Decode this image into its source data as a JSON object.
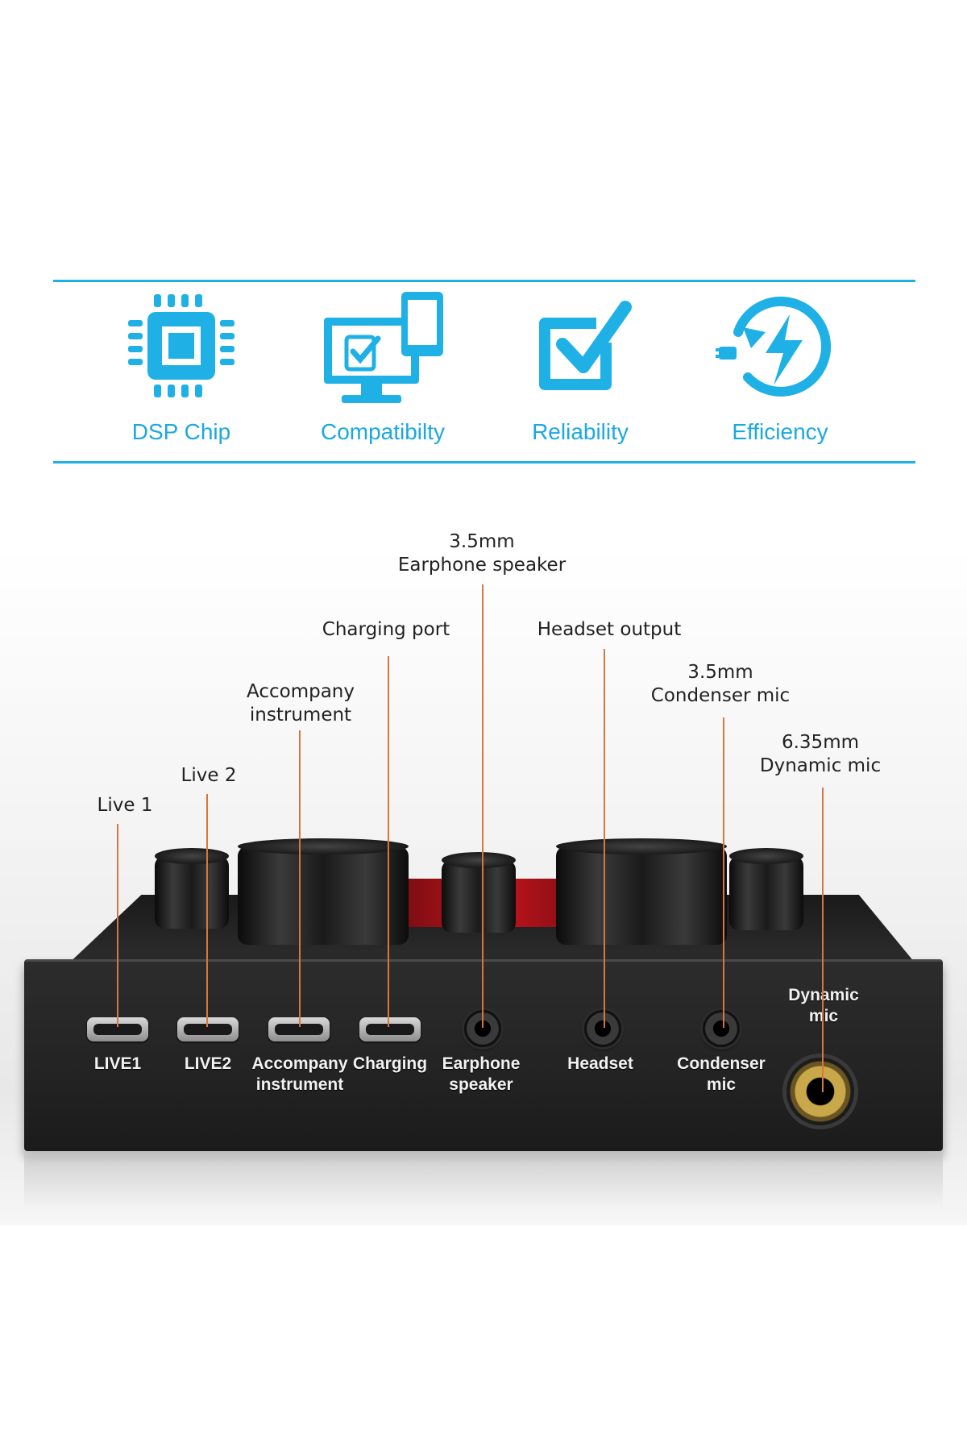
{
  "features": [
    {
      "label": "DSP Chip",
      "icon": "dsp-chip-icon"
    },
    {
      "label": "Compatibilty",
      "icon": "monitor-phone-icon"
    },
    {
      "label": "Reliability",
      "icon": "checkbox-icon"
    },
    {
      "label": "Efficiency",
      "icon": "power-lightning-icon"
    }
  ],
  "callouts": [
    {
      "line1": "Live 1",
      "line2": ""
    },
    {
      "line1": "Live 2",
      "line2": ""
    },
    {
      "line1": "Accompany",
      "line2": "instrument"
    },
    {
      "line1": "Charging port",
      "line2": ""
    },
    {
      "line1": "3.5mm",
      "line2": "Earphone speaker"
    },
    {
      "line1": "Headset output",
      "line2": ""
    },
    {
      "line1": "3.5mm",
      "line2": "Condenser mic"
    },
    {
      "line1": "6.35mm",
      "line2": "Dynamic mic"
    }
  ],
  "ports": [
    {
      "line1": "LIVE1",
      "line2": ""
    },
    {
      "line1": "LIVE2",
      "line2": ""
    },
    {
      "line1": "Accompany",
      "line2": "instrument"
    },
    {
      "line1": "Charging",
      "line2": ""
    },
    {
      "line1": "Earphone",
      "line2": "speaker"
    },
    {
      "line1": "Headset",
      "line2": ""
    },
    {
      "line1": "Condenser",
      "line2": "mic"
    },
    {
      "line1": "Dynamic",
      "line2": "mic"
    }
  ],
  "colors": {
    "accent": "#1fb1e6",
    "leader": "#d97540",
    "device": "#2a2a2a",
    "panel_red": "#b3121a"
  }
}
